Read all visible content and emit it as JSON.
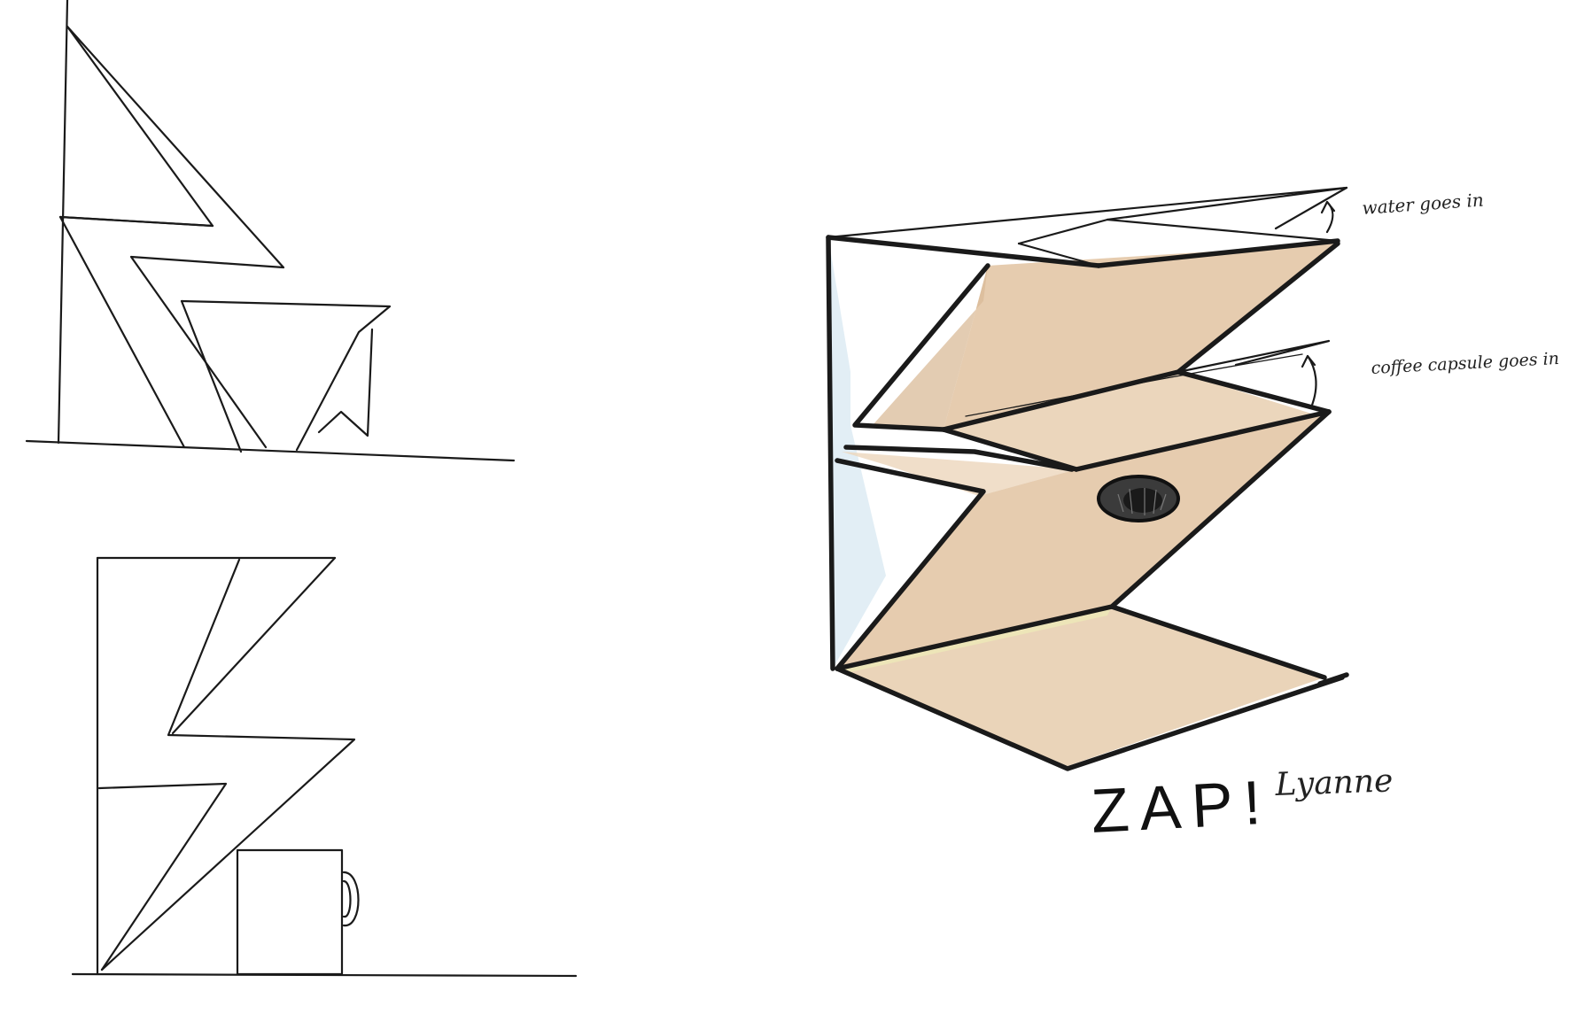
{
  "sketch": {
    "title": "ZAP!",
    "signature": "Lyanne",
    "annotations": {
      "water": "water goes in",
      "capsule": "coffee capsule goes in"
    },
    "colors": {
      "ink": "#1a1a1a",
      "marker_tan": "#e3c7a6",
      "marker_dark": "#d4b08a",
      "marker_blue": "#dbeaf3",
      "marker_yellow": "#eef0b8",
      "paper": "#ffffff"
    }
  }
}
